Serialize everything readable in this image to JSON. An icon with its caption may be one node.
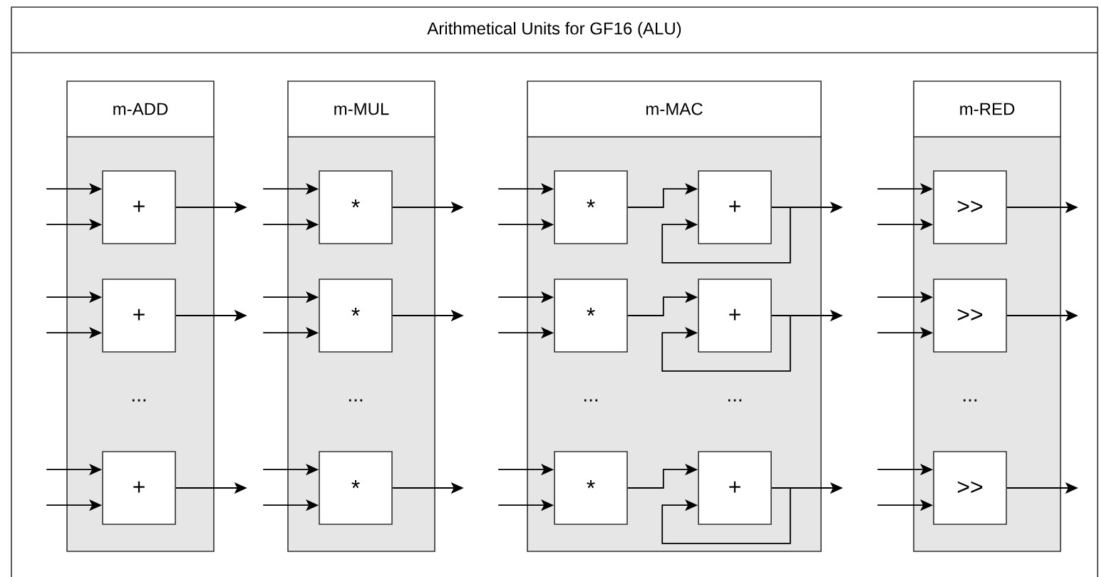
{
  "diagram": {
    "nodes": [
      {
        "text": [
          "Arithmetical Units for GF16 (ALU)"
        ]
      },
      {
        "text": [
          "m-ADD"
        ],
        "in": 0
      },
      {
        "text": [
          "+"
        ],
        "in": 1
      },
      {
        "text": [
          "+"
        ],
        "in": 1
      },
      {
        "text": [
          "+"
        ],
        "in": 1
      },
      {
        "text": [
          "m-MUL"
        ],
        "in": 0
      },
      {
        "text": [
          "*"
        ],
        "in": 5
      },
      {
        "text": [
          "*"
        ],
        "in": 5
      },
      {
        "text": [
          "*"
        ],
        "in": 5
      },
      {
        "text": [
          "m-MAC"
        ],
        "in": 0
      },
      {
        "text": [
          "*"
        ],
        "in": 9
      },
      {
        "text": [
          "+"
        ],
        "in": 9
      },
      {
        "text": [
          "*"
        ],
        "in": 9
      },
      {
        "text": [
          "+"
        ],
        "in": 9
      },
      {
        "text": [
          "*"
        ],
        "in": 9
      },
      {
        "text": [
          "+"
        ],
        "in": 9
      },
      {
        "text": [
          "m-RED"
        ],
        "in": 0
      },
      {
        "text": [
          ">>"
        ],
        "in": 16
      },
      {
        "text": [
          ">>"
        ],
        "in": 16
      },
      {
        "text": [
          ">>"
        ],
        "in": 16
      }
    ],
    "edges": [
      {
        "from": null,
        "to": 2,
        "arrow": "to"
      },
      {
        "from": null,
        "to": 2,
        "arrow": "to"
      },
      {
        "from": 2,
        "to": null,
        "arrow": "to"
      },
      {
        "from": null,
        "to": 3,
        "arrow": "to"
      },
      {
        "from": null,
        "to": 3,
        "arrow": "to"
      },
      {
        "from": 3,
        "to": null,
        "arrow": "to"
      },
      {
        "from": null,
        "to": 4,
        "arrow": "to"
      },
      {
        "from": null,
        "to": 4,
        "arrow": "to"
      },
      {
        "from": 4,
        "to": null,
        "arrow": "to"
      },
      {
        "from": null,
        "to": 6,
        "arrow": "to"
      },
      {
        "from": null,
        "to": 6,
        "arrow": "to"
      },
      {
        "from": 6,
        "to": null,
        "arrow": "to"
      },
      {
        "from": null,
        "to": 7,
        "arrow": "to"
      },
      {
        "from": null,
        "to": 7,
        "arrow": "to"
      },
      {
        "from": 7,
        "to": null,
        "arrow": "to"
      },
      {
        "from": null,
        "to": 8,
        "arrow": "to"
      },
      {
        "from": null,
        "to": 8,
        "arrow": "to"
      },
      {
        "from": 8,
        "to": null,
        "arrow": "to"
      },
      {
        "from": null,
        "to": 10,
        "arrow": "to"
      },
      {
        "from": null,
        "to": 10,
        "arrow": "to"
      },
      {
        "from": 10,
        "to": 11,
        "arrow": "to"
      },
      {
        "from": 11,
        "to": 11,
        "arrow": "to"
      },
      {
        "from": 11,
        "to": null,
        "arrow": "to"
      },
      {
        "from": null,
        "to": 12,
        "arrow": "to"
      },
      {
        "from": null,
        "to": 12,
        "arrow": "to"
      },
      {
        "from": 12,
        "to": 13,
        "arrow": "to"
      },
      {
        "from": 13,
        "to": 13,
        "arrow": "to"
      },
      {
        "from": 13,
        "to": null,
        "arrow": "to"
      },
      {
        "from": null,
        "to": 14,
        "arrow": "to"
      },
      {
        "from": null,
        "to": 14,
        "arrow": "to"
      },
      {
        "from": 14,
        "to": 15,
        "arrow": "to"
      },
      {
        "from": 15,
        "to": 15,
        "arrow": "to"
      },
      {
        "from": 15,
        "to": null,
        "arrow": "to"
      },
      {
        "from": null,
        "to": 17,
        "arrow": "to"
      },
      {
        "from": null,
        "to": 17,
        "arrow": "to"
      },
      {
        "from": 17,
        "to": null,
        "arrow": "to"
      },
      {
        "from": null,
        "to": 18,
        "arrow": "to"
      },
      {
        "from": null,
        "to": 18,
        "arrow": "to"
      },
      {
        "from": 18,
        "to": null,
        "arrow": "to"
      },
      {
        "from": null,
        "to": 19,
        "arrow": "to"
      },
      {
        "from": null,
        "to": 19,
        "arrow": "to"
      },
      {
        "from": 19,
        "to": null,
        "arrow": "to"
      }
    ],
    "labels": [
      "...",
      "...",
      "...",
      "...",
      "..."
    ]
  }
}
